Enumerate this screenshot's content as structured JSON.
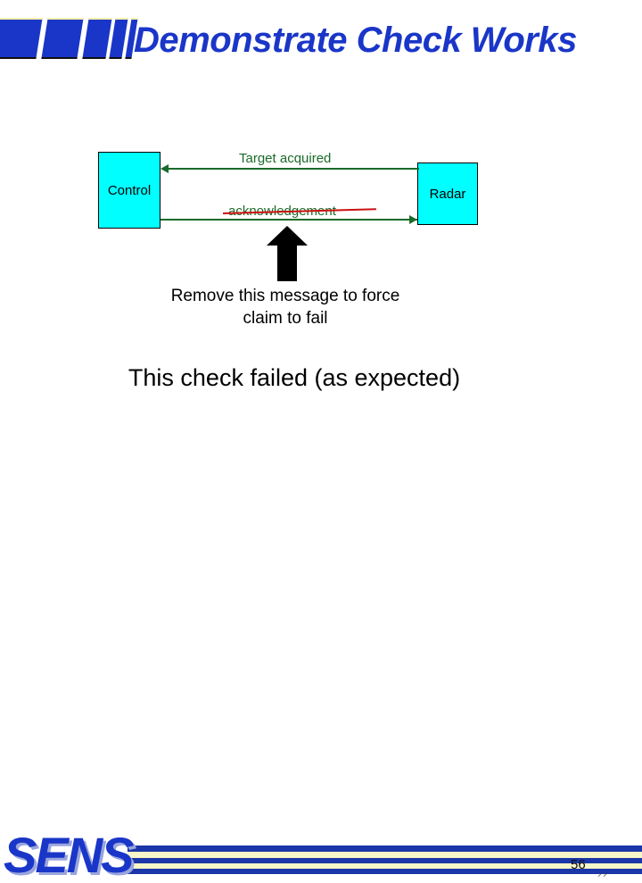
{
  "slide": {
    "title": "Demonstrate Check Works",
    "title_color": "#1a36c8",
    "background": "#ffffff"
  },
  "diagram": {
    "type": "sequence-diagram",
    "nodes": [
      {
        "id": "control",
        "label": "Control",
        "fill": "#00ffff",
        "border": "#000000"
      },
      {
        "id": "radar",
        "label": "Radar",
        "fill": "#00ffff",
        "border": "#000000"
      }
    ],
    "messages": [
      {
        "id": "target-acquired",
        "label": "Target acquired",
        "direction": "radar-to-control",
        "color": "#1a6b2a",
        "struck_through": false
      },
      {
        "id": "acknowledgement",
        "label": "acknowledgement",
        "direction": "control-to-radar",
        "color": "#1a6b2a",
        "struck_through": true,
        "strike_color": "#cc1111"
      }
    ],
    "pointer": {
      "id": "up-arrow-pointer",
      "color": "#000000",
      "points_to": "acknowledgement"
    }
  },
  "body": {
    "note_line1": "Remove this message to force",
    "note_line2": "claim to fail",
    "verdict": "This check failed (as expected)"
  },
  "footer": {
    "logo": "SENS",
    "logo_color": "#1a36c8",
    "page_number": "56",
    "page_mark": "⸝⸝",
    "stripe_blue": "#1a36a8",
    "stripe_cream": "#f7f6c8"
  }
}
